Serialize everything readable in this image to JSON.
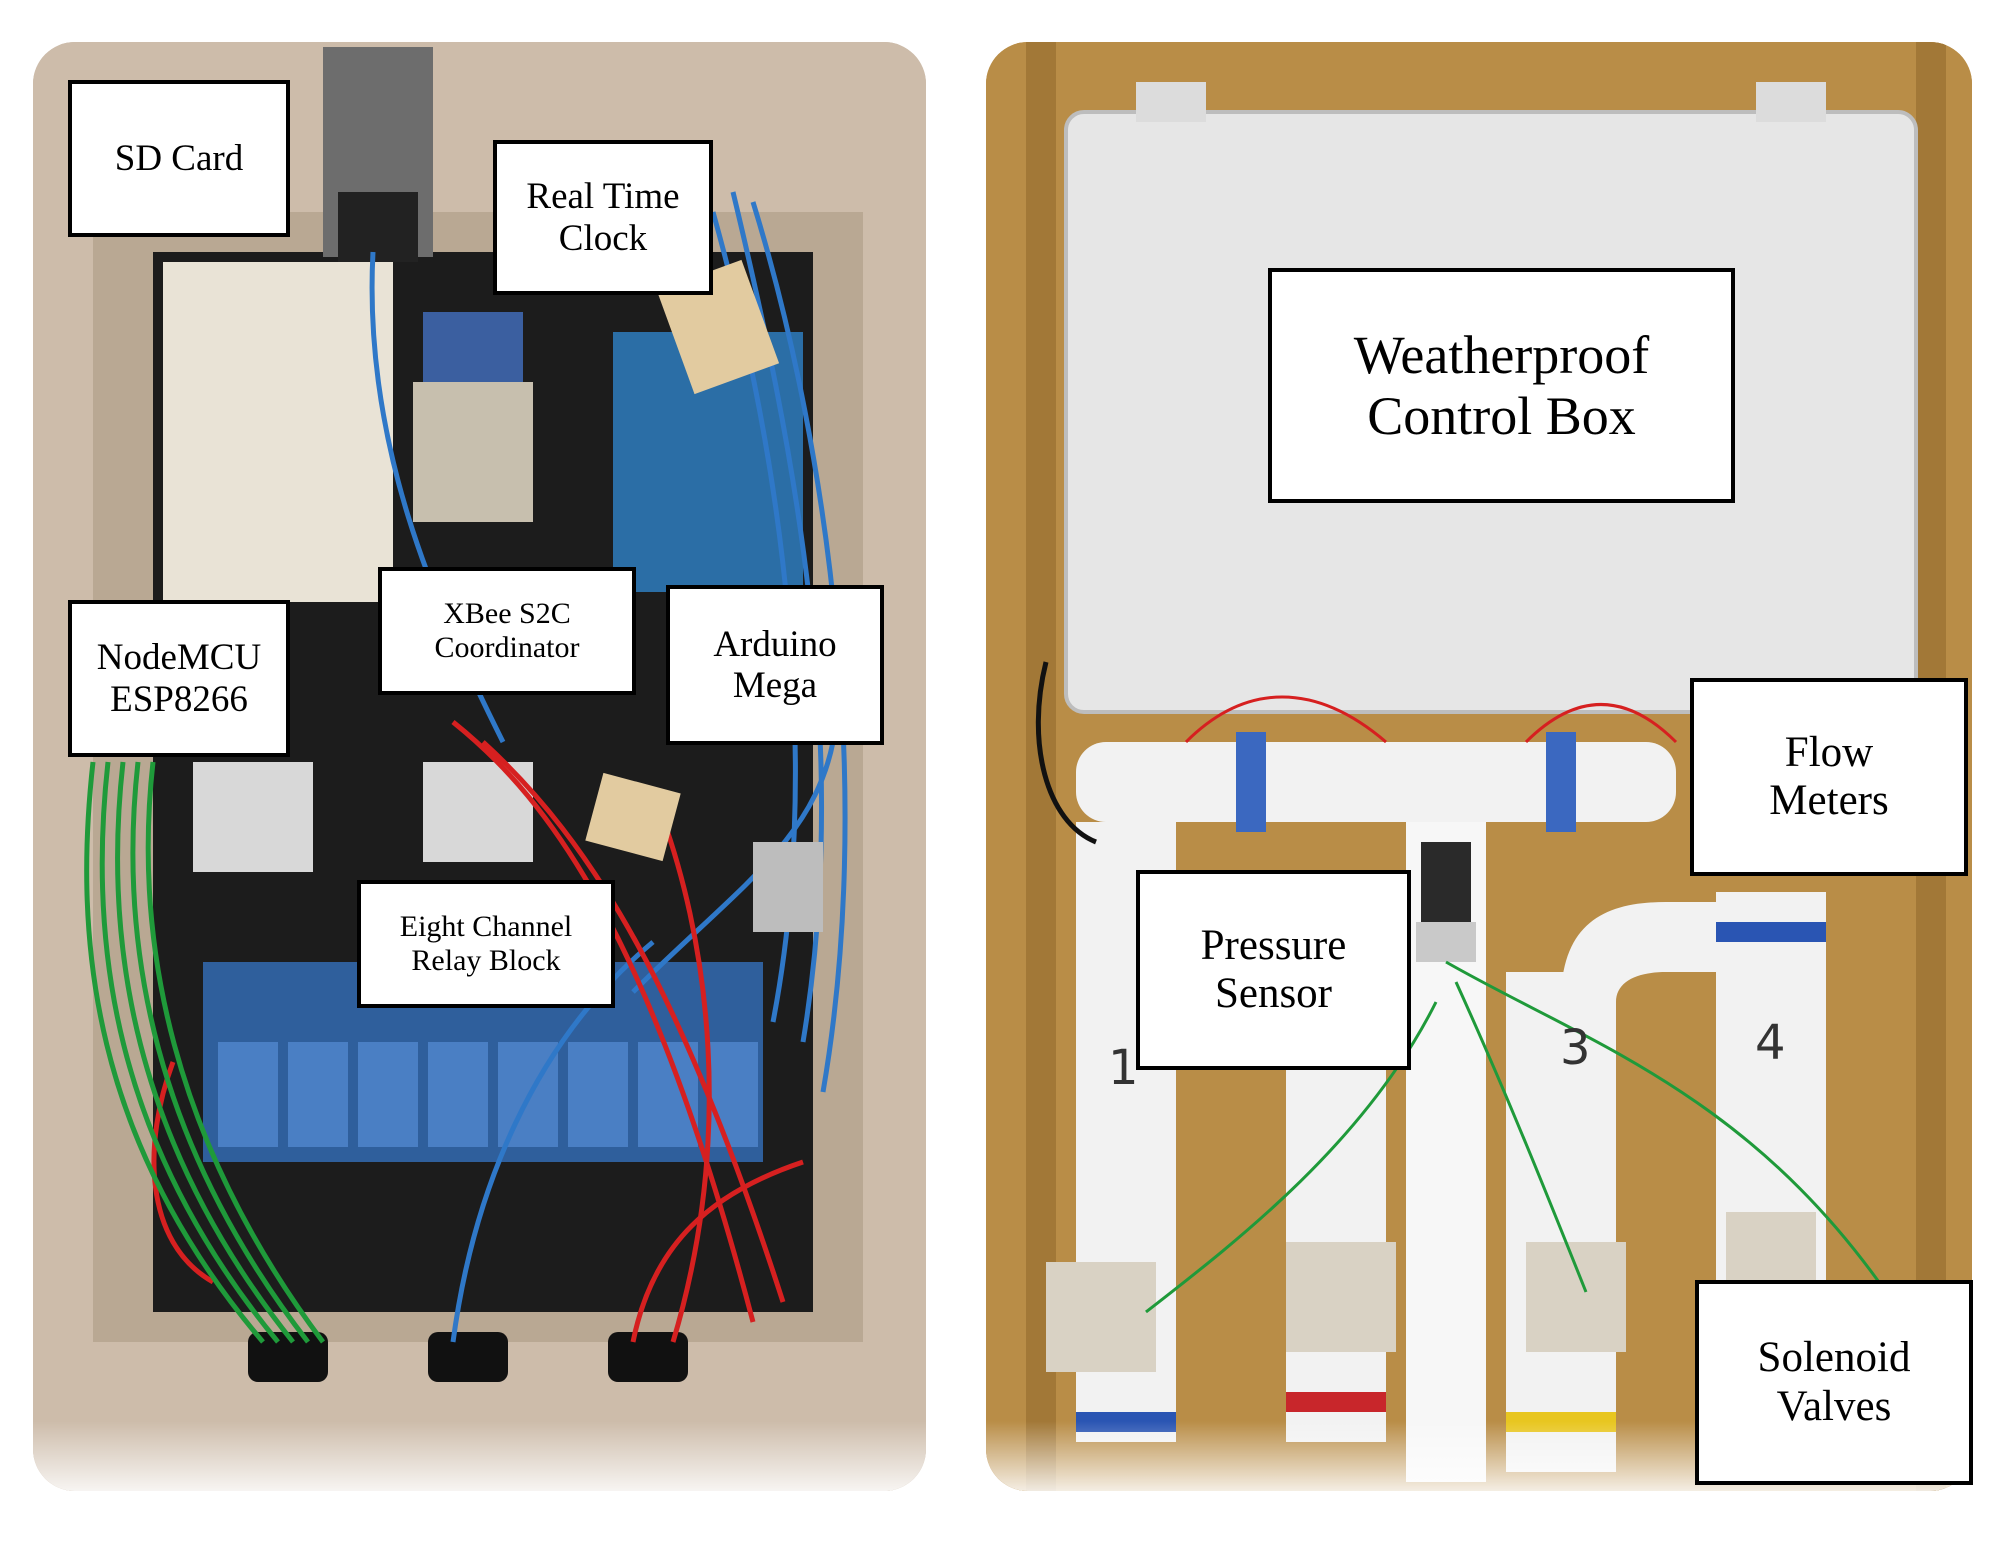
{
  "left_panel": {
    "labels": {
      "sd_card": "SD Card",
      "real_time_clock": "Real Time\nClock",
      "nodemcu": "NodeMCU\nESP8266",
      "xbee": "XBee S2C\nCoordinator",
      "arduino": "Arduino\nMega",
      "relay": "Eight Channel\nRelay Block"
    },
    "pipe_numbers": [],
    "colors": {
      "enclosure": "#cdbcaa",
      "board": "#1a1a1a",
      "relay": "#3f6fb0",
      "wire_red": "#d62020",
      "wire_blue": "#2f78c8",
      "wire_green": "#1f9a3a"
    }
  },
  "right_panel": {
    "labels": {
      "control_box": "Weatherproof\nControl Box",
      "flow_meters": "Flow\nMeters",
      "pressure_sensor": "Pressure\nSensor",
      "solenoid_valves": "Solenoid\nValves"
    },
    "pipe_numbers": [
      "1",
      "3",
      "4"
    ],
    "colors": {
      "wood": "#b98d47",
      "box": "#e6e6e6",
      "pipe": "#f2f2f2",
      "tape_blue": "#2a55b3",
      "tape_red": "#c8262b",
      "tape_yellow": "#e8c620"
    }
  }
}
